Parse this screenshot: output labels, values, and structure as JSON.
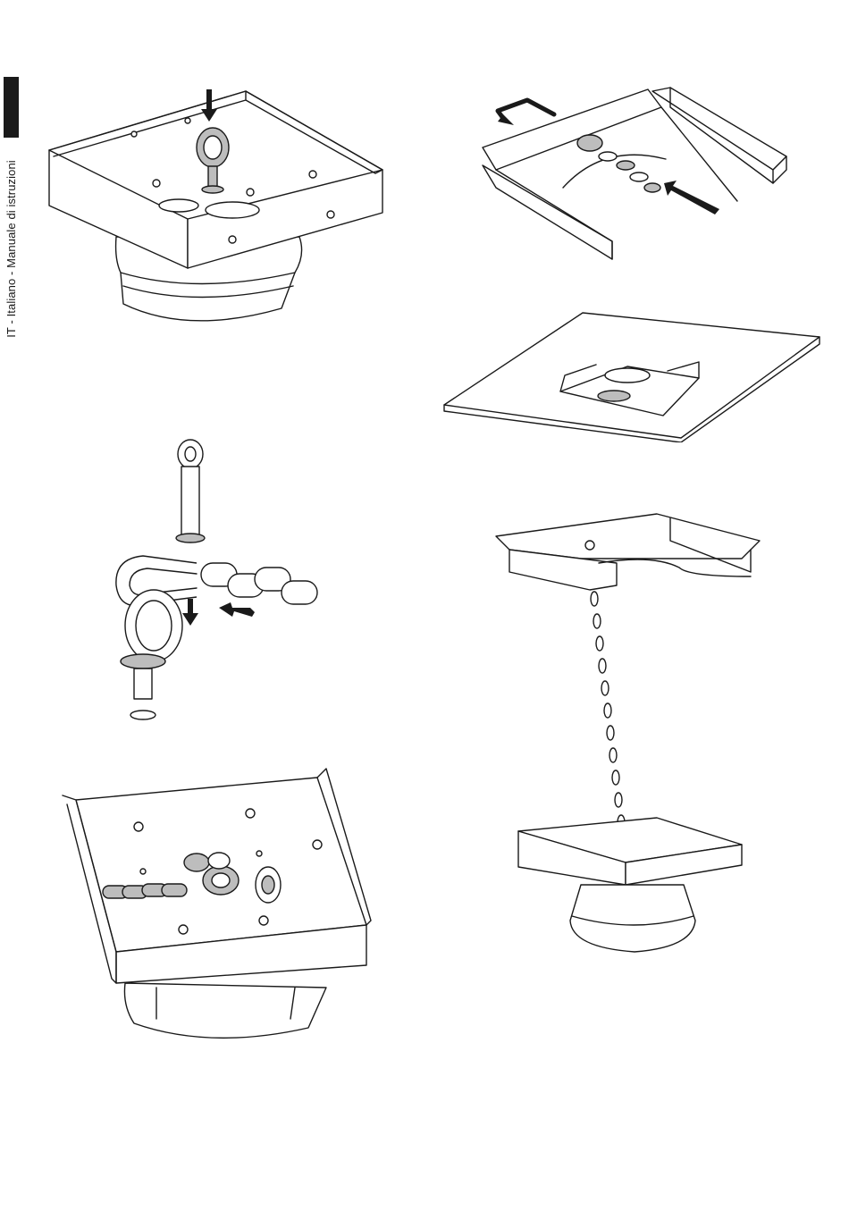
{
  "sidebar": {
    "label": "IT - Italiano - Manuale di istruzioni",
    "tab_color": "#1a1a1a"
  },
  "figures": [
    {
      "id": "fig-plate-eyebolt",
      "icon": "bracket-eyebolt-insert"
    },
    {
      "id": "fig-ceiling-bracket-chain",
      "icon": "ceiling-bracket-chain-slide"
    },
    {
      "id": "fig-ceiling-panel",
      "icon": "ceiling-panel-mount"
    },
    {
      "id": "fig-eyebolt-chain-detail",
      "icon": "eyebolt-chain-detail"
    },
    {
      "id": "fig-hanging-assembly",
      "icon": "hanging-assembly"
    },
    {
      "id": "fig-plate-chain-attached",
      "icon": "bracket-chain-attached"
    }
  ]
}
